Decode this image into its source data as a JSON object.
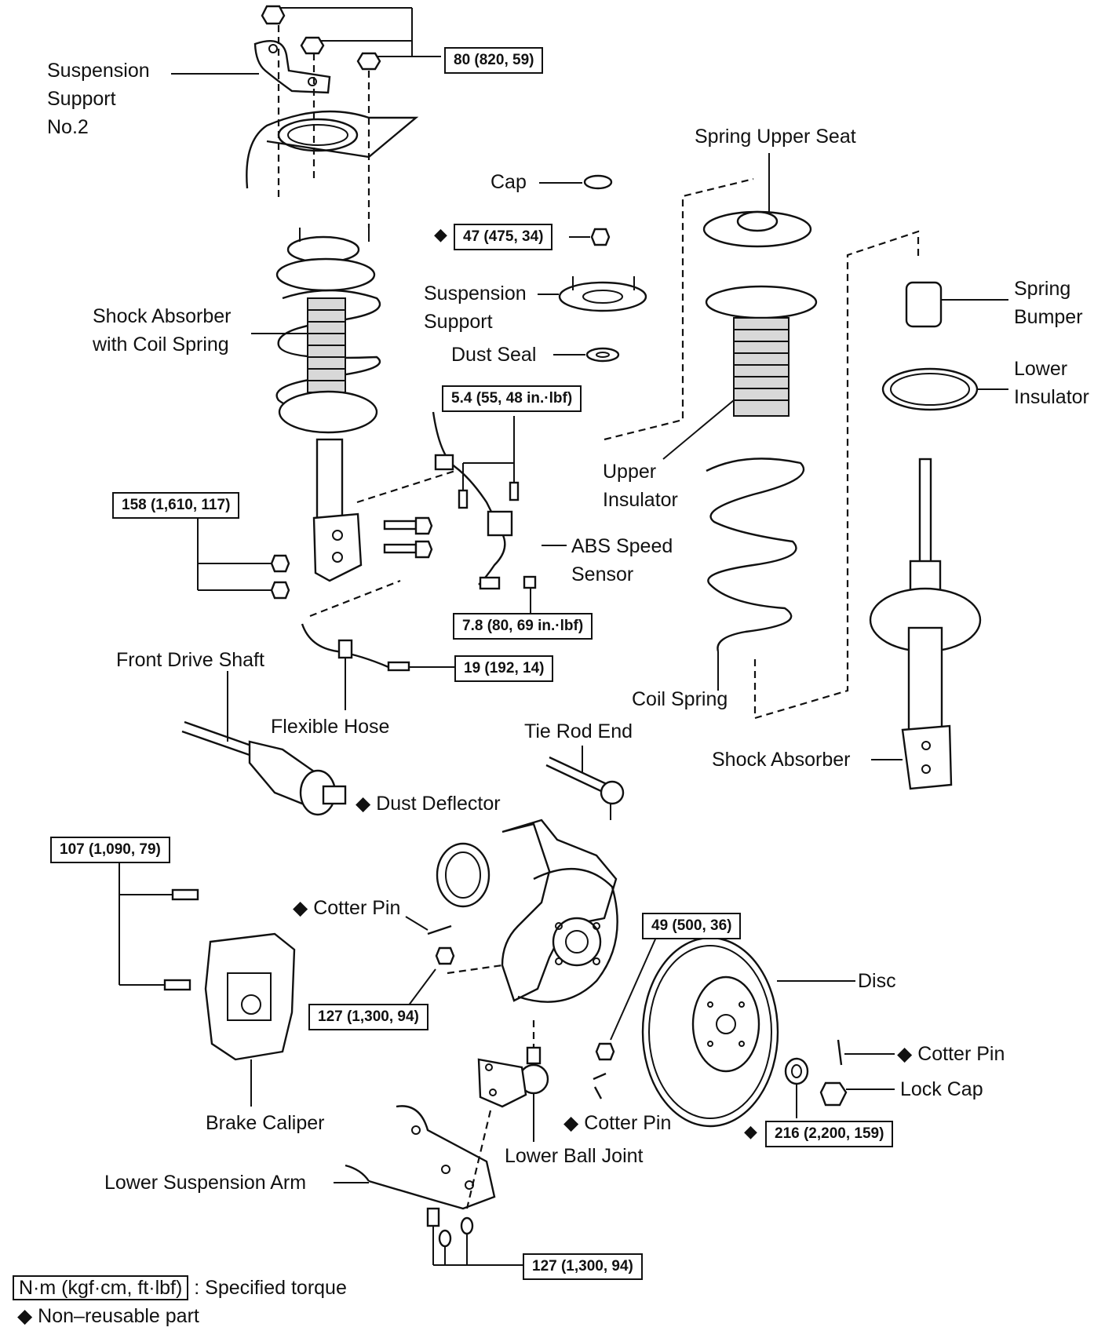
{
  "labels": {
    "suspension_support_no2": "Suspension\nSupport\nNo.2",
    "spring_upper_seat": "Spring Upper Seat",
    "cap": "Cap",
    "suspension_support": "Suspension\nSupport",
    "dust_seal": "Dust Seal",
    "shock_absorber_with_coil_spring": "Shock Absorber\nwith Coil Spring",
    "spring_bumper": "Spring\nBumper",
    "lower_insulator": "Lower\nInsulator",
    "upper_insulator": "Upper\nInsulator",
    "abs_speed_sensor": "ABS Speed\nSensor",
    "front_drive_shaft": "Front Drive Shaft",
    "flexible_hose": "Flexible Hose",
    "coil_spring": "Coil Spring",
    "tie_rod_end": "Tie Rod End",
    "shock_absorber": "Shock Absorber",
    "dust_deflector": "Dust Deflector",
    "cotter_pin_knuckle": "Cotter Pin",
    "disc": "Disc",
    "cotter_pin_right": "Cotter Pin",
    "lock_cap": "Lock Cap",
    "brake_caliper": "Brake Caliper",
    "cotter_pin_balljoint": "Cotter Pin",
    "lower_ball_joint": "Lower Ball Joint",
    "lower_suspension_arm": "Lower Suspension Arm"
  },
  "torques": {
    "top_nuts": "80 (820, 59)",
    "piston_nut": "47 (475, 34)",
    "abs_bracket": "5.4 (55, 48 in.·lbf)",
    "strut_bolts": "158 (1,610, 117)",
    "abs_sensor": "7.8 (80, 69 in.·lbf)",
    "flex_hose": "19 (192, 14)",
    "caliper_bolts": "107 (1,090, 79)",
    "tie_rod_nut": "49 (500, 36)",
    "ball_joint_nut": "127 (1,300, 94)",
    "hub_nut": "216 (2,200, 159)",
    "arm_bolts": "127 (1,300, 94)"
  },
  "nonreusable_mark": "◆",
  "legend": {
    "torque_unit": "N·m (kgf·cm, ft·lbf)",
    "torque_text": ": Specified torque",
    "nonreusable_text": "◆ Non–reusable part"
  }
}
